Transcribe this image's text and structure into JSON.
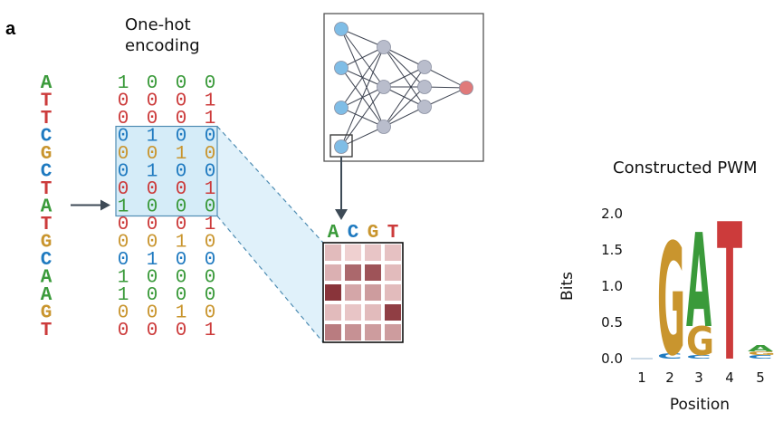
{
  "panel_label": "a",
  "onehot_heading": [
    "One-hot",
    "encoding"
  ],
  "sequence": [
    "A",
    "T",
    "T",
    "C",
    "G",
    "C",
    "T",
    "A",
    "T",
    "G",
    "C",
    "A",
    "A",
    "G",
    "T"
  ],
  "onehot_rows": [
    [
      "1",
      "0",
      "0",
      "0"
    ],
    [
      "0",
      "0",
      "0",
      "1"
    ],
    [
      "0",
      "0",
      "0",
      "1"
    ],
    [
      "0",
      "1",
      "0",
      "0"
    ],
    [
      "0",
      "0",
      "1",
      "0"
    ],
    [
      "0",
      "1",
      "0",
      "0"
    ],
    [
      "0",
      "0",
      "0",
      "1"
    ],
    [
      "1",
      "0",
      "0",
      "0"
    ],
    [
      "0",
      "0",
      "0",
      "1"
    ],
    [
      "0",
      "0",
      "1",
      "0"
    ],
    [
      "0",
      "1",
      "0",
      "0"
    ],
    [
      "1",
      "0",
      "0",
      "0"
    ],
    [
      "1",
      "0",
      "0",
      "0"
    ],
    [
      "0",
      "0",
      "1",
      "0"
    ],
    [
      "0",
      "0",
      "0",
      "1"
    ]
  ],
  "highlighted_rows": [
    3,
    7
  ],
  "arrow_row": 7,
  "filter_letters": [
    "A",
    "C",
    "G",
    "T"
  ],
  "colors": {
    "A": "#3a9a3a",
    "C": "#1f7ac0",
    "G": "#c9952e",
    "T": "#cc3b3b",
    "highlight_fill": "#d5ecf8",
    "highlight_stroke": "#4f8db3",
    "node_input": "#7fbde6",
    "node_hidden": "#b9bdcc",
    "node_output": "#e07a7a"
  },
  "network": {
    "layers": [
      4,
      3,
      3,
      1
    ],
    "highlighted_node": "input-4"
  },
  "filter_matrix": [
    [
      0.15,
      0.05,
      0.1,
      0.12
    ],
    [
      0.2,
      0.55,
      0.65,
      0.15
    ],
    [
      0.8,
      0.25,
      0.3,
      0.15
    ],
    [
      0.15,
      0.1,
      0.15,
      0.75
    ],
    [
      0.45,
      0.35,
      0.3,
      0.3
    ]
  ],
  "pwm_title": "Constructed PWM",
  "chart_data": {
    "type": "sequence-logo",
    "title": "Constructed PWM",
    "xlabel": "Position",
    "ylabel": "Bits",
    "ylim": [
      0,
      2.0
    ],
    "yticks": [
      "0.0",
      "0.5",
      "1.0",
      "1.5",
      "2.0"
    ],
    "positions": [
      {
        "label": "1",
        "letters": []
      },
      {
        "label": "2",
        "letters": [
          {
            "base": "C",
            "height": 0.07
          },
          {
            "base": "G",
            "height": 1.55
          }
        ]
      },
      {
        "label": "3",
        "letters": [
          {
            "base": "C",
            "height": 0.05
          },
          {
            "base": "G",
            "height": 0.4
          },
          {
            "base": "A",
            "height": 1.3
          }
        ]
      },
      {
        "label": "4",
        "letters": [
          {
            "base": "T",
            "height": 1.9
          }
        ]
      },
      {
        "label": "5",
        "letters": [
          {
            "base": "C",
            "height": 0.05
          },
          {
            "base": "G",
            "height": 0.05
          },
          {
            "base": "A",
            "height": 0.09
          }
        ]
      }
    ]
  }
}
